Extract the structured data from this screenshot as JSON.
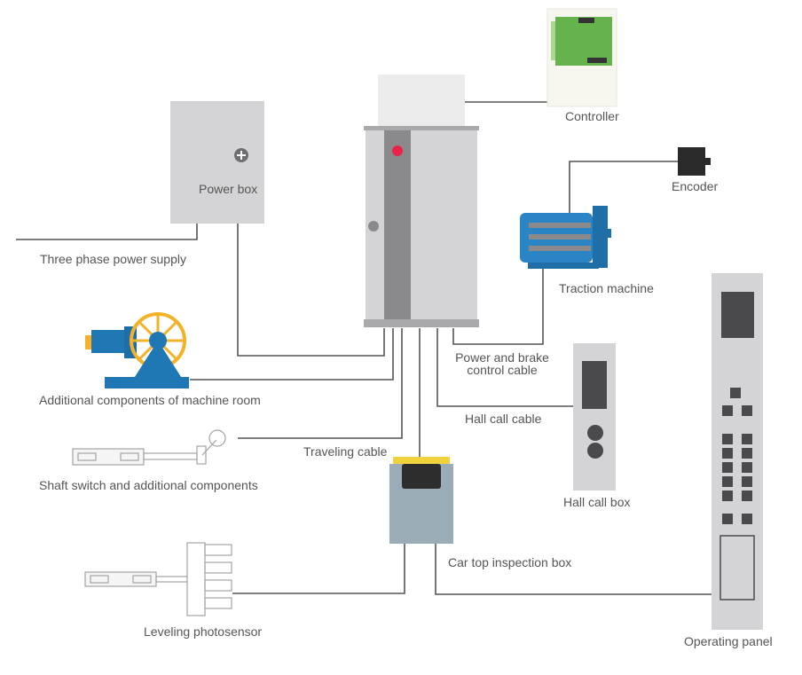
{
  "labels": {
    "controller": "Controller",
    "encoder": "Encoder",
    "power_box": "Power box",
    "three_phase": "Three phase power supply",
    "traction_machine": "Traction machine",
    "power_brake_line1": "Power and brake",
    "power_brake_line2": "control cable",
    "machine_room": "Additional components of machine room",
    "hall_call_cable": "Hall call cable",
    "traveling_cable": "Traveling cable",
    "shaft_switch": "Shaft switch and additional components",
    "hall_call_box": "Hall call box",
    "car_top": "Car top inspection box",
    "leveling": "Leveling photosensor",
    "operating_panel": "Operating panel"
  },
  "colors": {
    "line": "#555555",
    "cabinet": "#d4d4d6",
    "cabinet_strip": "#8a8a8c",
    "indicator_red": "#e8224a",
    "board_green": "#66b34e",
    "motor_blue": "#1f77b4",
    "wheel_yellow": "#f3b229",
    "inspection_box": "#9aacb6",
    "inspection_yellow": "#f2d23c",
    "panel_dark": "#4a4a4c"
  }
}
